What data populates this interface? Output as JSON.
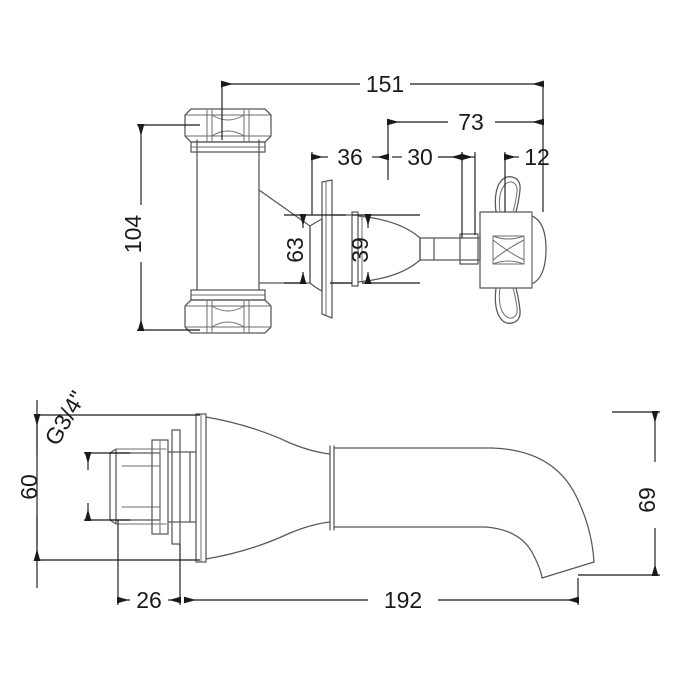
{
  "drawing": {
    "title": "Wall mounted bath filler tap technical drawing",
    "units": "mm",
    "line_color": "#58585a",
    "dim_color": "#1a1a1a",
    "background": "#ffffff"
  },
  "views": {
    "top": {
      "name": "valve-assembly-view",
      "description": "Wall mounted valve body with cross handle and compression nuts"
    },
    "bottom": {
      "name": "spout-view",
      "description": "Wall mounted curved spout side elevation"
    }
  },
  "dimensions": {
    "top_view": [
      {
        "id": "d151",
        "label": "151",
        "orientation": "horizontal"
      },
      {
        "id": "d73",
        "label": "73",
        "orientation": "horizontal"
      },
      {
        "id": "d36",
        "label": "36",
        "orientation": "horizontal"
      },
      {
        "id": "d30",
        "label": "30",
        "orientation": "horizontal"
      },
      {
        "id": "d12",
        "label": "12",
        "orientation": "horizontal"
      },
      {
        "id": "d104",
        "label": "104",
        "orientation": "vertical"
      },
      {
        "id": "d63",
        "label": "63",
        "orientation": "vertical"
      },
      {
        "id": "d39",
        "label": "39",
        "orientation": "vertical"
      }
    ],
    "bottom_view": [
      {
        "id": "dG34",
        "label": "G3/4\"",
        "orientation": "rotated"
      },
      {
        "id": "d60",
        "label": "60",
        "orientation": "vertical"
      },
      {
        "id": "d69",
        "label": "69",
        "orientation": "vertical"
      },
      {
        "id": "d26",
        "label": "26",
        "orientation": "horizontal"
      },
      {
        "id": "d192",
        "label": "192",
        "orientation": "horizontal"
      }
    ]
  }
}
